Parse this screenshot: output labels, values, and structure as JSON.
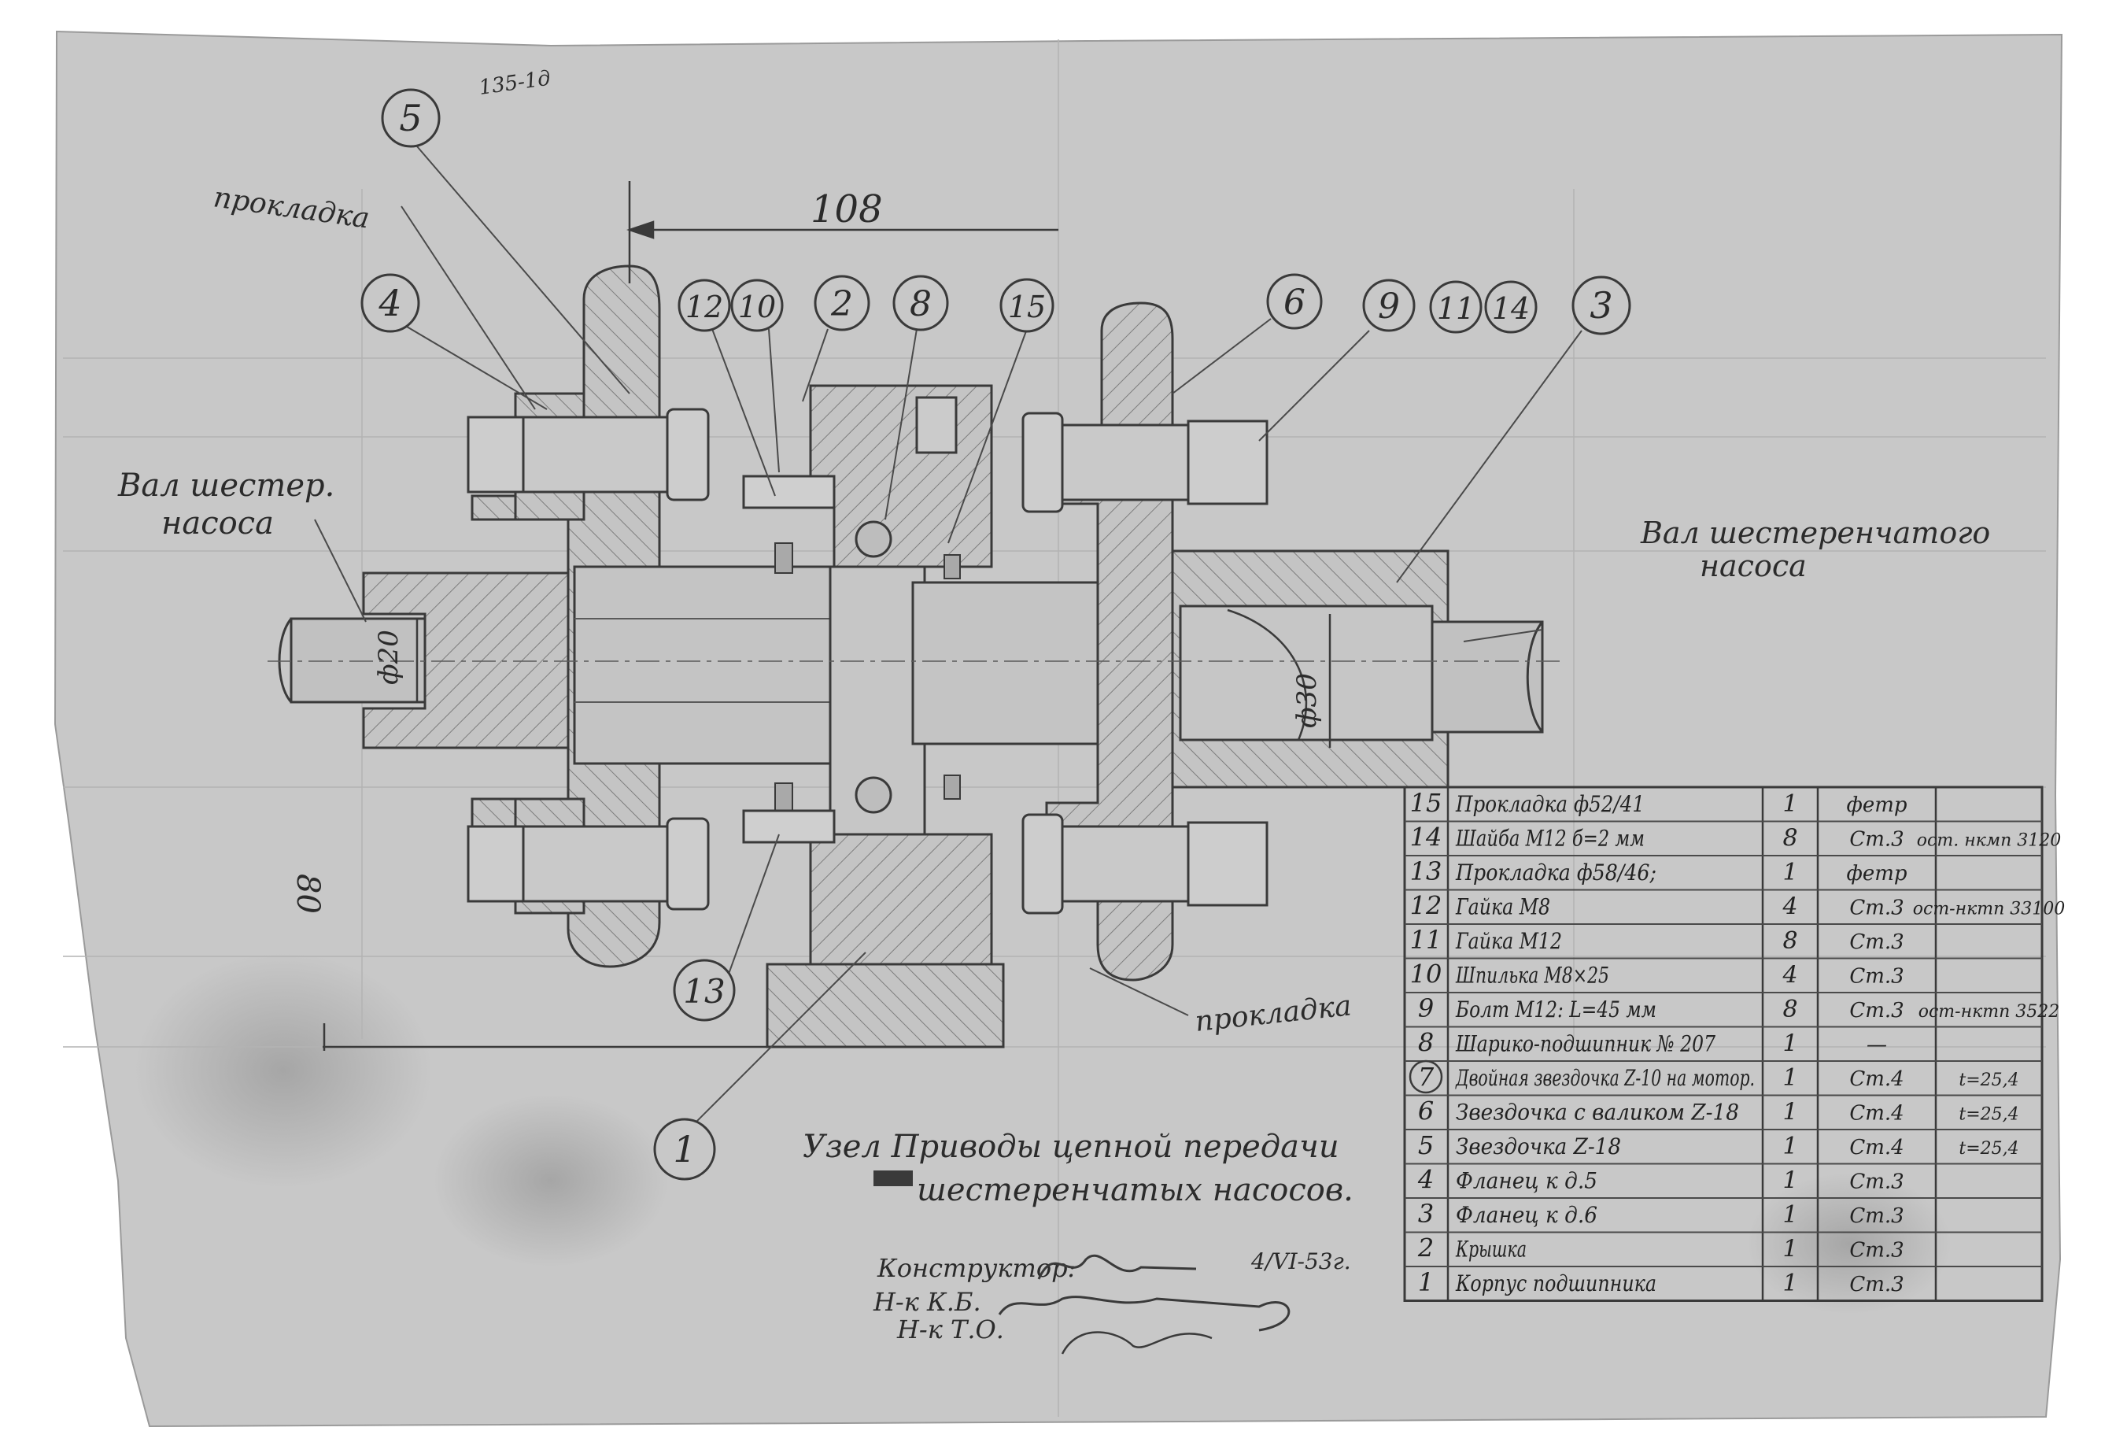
{
  "callouts": [
    {
      "id": "c5",
      "label": "5"
    },
    {
      "id": "c4",
      "label": "4"
    },
    {
      "id": "c12",
      "label": "12"
    },
    {
      "id": "c10",
      "label": "10"
    },
    {
      "id": "c2",
      "label": "2"
    },
    {
      "id": "c8",
      "label": "8"
    },
    {
      "id": "c15",
      "label": "15"
    },
    {
      "id": "c6",
      "label": "6"
    },
    {
      "id": "c9",
      "label": "9"
    },
    {
      "id": "c11",
      "label": "11"
    },
    {
      "id": "c14",
      "label": "14"
    },
    {
      "id": "c3",
      "label": "3"
    },
    {
      "id": "c13",
      "label": "13"
    },
    {
      "id": "c1",
      "label": "1"
    }
  ],
  "annotations": {
    "gasket_top": "прокладка",
    "gasket_bottom": "прокладка",
    "shaft_left_1": "Вал шестер.",
    "shaft_left_2": "насоса",
    "shaft_right_1": "Вал шестеренчатого",
    "shaft_right_2": "насоса",
    "dim_108": "108",
    "dim_d20": "ф20",
    "dim_d30": "ф30",
    "dim_80": "80",
    "corner_note": "135-1д"
  },
  "title": {
    "line1": "Узел Приводы цепной передачи",
    "line2": "шестеренчатых насосов."
  },
  "signatures": {
    "constructor_label": "Конструктор:",
    "date": "4/VI-53г.",
    "head_kb": "Н-к К.Б.",
    "head_to": "Н-к Т.О."
  },
  "bom": [
    {
      "no": "15",
      "name": "Прокладка ф52/41",
      "qty": "1",
      "material": "фетр",
      "note": ""
    },
    {
      "no": "14",
      "name": "Шайба М12 б=2 мм",
      "qty": "8",
      "material": "Ст.3",
      "note": "ост. нкмп 3120"
    },
    {
      "no": "13",
      "name": "Прокладка ф58/46;",
      "qty": "1",
      "material": "фетр",
      "note": ""
    },
    {
      "no": "12",
      "name": "Гайка М8",
      "qty": "4",
      "material": "Ст.3",
      "note": "ост-нктп 33100"
    },
    {
      "no": "11",
      "name": "Гайка М12",
      "qty": "8",
      "material": "Ст.3",
      "note": ""
    },
    {
      "no": "10",
      "name": "Шпилька М8×25",
      "qty": "4",
      "material": "Ст.3",
      "note": ""
    },
    {
      "no": "9",
      "name": "Болт М12: L=45 мм",
      "qty": "8",
      "material": "Ст.3",
      "note": "ост-нктп 3522"
    },
    {
      "no": "8",
      "name": "Шарико-подшипник № 207",
      "qty": "1",
      "material": "—",
      "note": ""
    },
    {
      "no": "7",
      "name": "Двойная звездочка Z-10 на мотор.",
      "qty": "1",
      "material": "Ст.4",
      "note": "t=25,4"
    },
    {
      "no": "6",
      "name": "Звездочка с валиком Z-18",
      "qty": "1",
      "material": "Ст.4",
      "note": "t=25,4"
    },
    {
      "no": "5",
      "name": "Звездочка Z-18",
      "qty": "1",
      "material": "Ст.4",
      "note": "t=25,4"
    },
    {
      "no": "4",
      "name": "Фланец к д.5",
      "qty": "1",
      "material": "Ст.3",
      "note": ""
    },
    {
      "no": "3",
      "name": "Фланец к д.6",
      "qty": "1",
      "material": "Ст.3",
      "note": ""
    },
    {
      "no": "2",
      "name": "Крышка",
      "qty": "1",
      "material": "Ст.3",
      "note": ""
    },
    {
      "no": "1",
      "name": "Корпус подшипника",
      "qty": "1",
      "material": "Ст.3",
      "note": ""
    }
  ]
}
